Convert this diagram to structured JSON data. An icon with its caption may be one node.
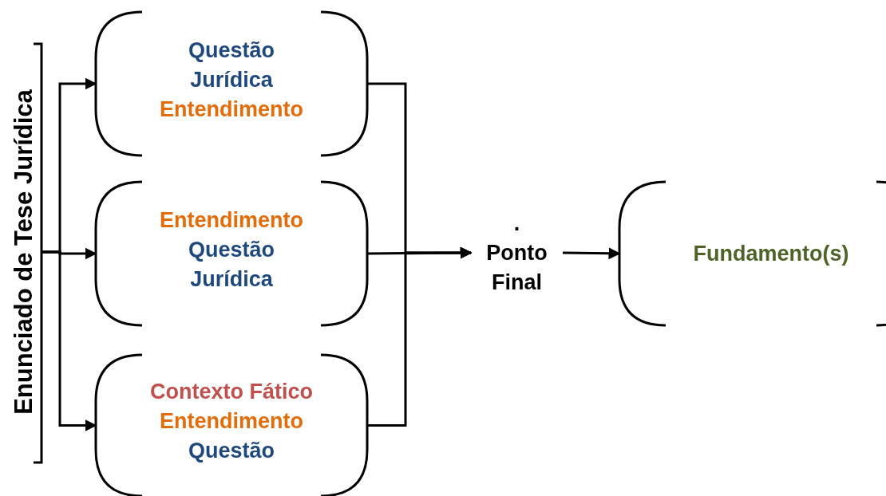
{
  "diagram": {
    "nodes": [
      {
        "text": [
          "Enunciado de Tese Jurídica"
        ]
      },
      {
        "text": [
          "Questão Jurídica",
          "Entendimento"
        ]
      },
      {
        "text": [
          "Entendimento",
          "Questão Jurídica"
        ]
      },
      {
        "text": [
          "Contexto Fático",
          "Entendimento",
          "Questão"
        ]
      },
      {
        "text": [
          ".",
          "Ponto Final"
        ]
      },
      {
        "text": [
          "Fundamento(s)"
        ]
      }
    ],
    "edges": [
      {
        "from": 0,
        "to": 1,
        "arrow": "to"
      },
      {
        "from": 0,
        "to": 2,
        "arrow": "to"
      },
      {
        "from": 0,
        "to": 3,
        "arrow": "to"
      },
      {
        "from": 1,
        "to": 4,
        "arrow": "to"
      },
      {
        "from": 2,
        "to": 4,
        "arrow": "to"
      },
      {
        "from": 3,
        "to": 4,
        "arrow": "to"
      },
      {
        "from": 4,
        "to": 5,
        "arrow": "to"
      }
    ]
  }
}
